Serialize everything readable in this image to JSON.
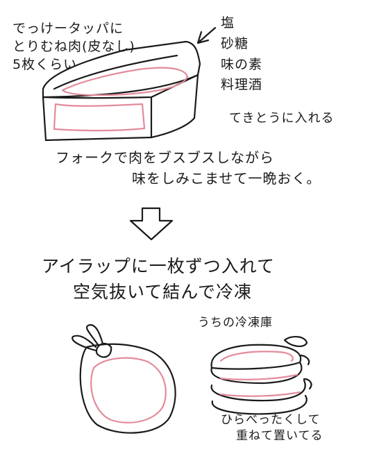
{
  "colors": {
    "ink": "#1a1a1a",
    "meat": "#e38b9a",
    "paper": "#ffffff"
  },
  "container_note": {
    "line1": "でっけータッパに",
    "line2": "とりむね肉(皮なし)",
    "line3": "5枚くらい"
  },
  "seasonings": {
    "items": [
      "塩",
      "砂糖",
      "味の素",
      "料理酒"
    ],
    "method": "てきとうに入れる"
  },
  "step1": {
    "line1": "フォークで肉をブスブスしながら",
    "line2": "味をしみこませて一晩おく。"
  },
  "arrow_icon": "down-arrow-icon",
  "step2": {
    "line1": "アイラップに一枚ずつ入れて",
    "line2": "空気抜いて結んで冷凍"
  },
  "freezer": {
    "label": "うちの冷凍庫",
    "note_line1": "ひらべったくして",
    "note_line2": "重ねて置いてる"
  }
}
